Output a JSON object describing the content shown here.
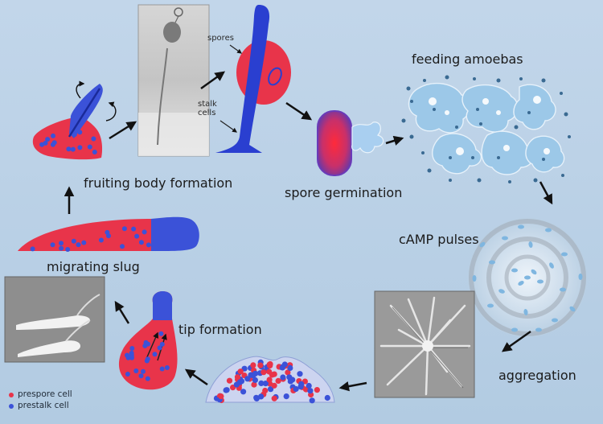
{
  "stages": {
    "feeding": "feeding amoebas",
    "camp": "cAMP pulses",
    "aggregation": "aggregation",
    "tip": "tip formation",
    "slug": "migrating slug",
    "fruiting": "fruiting body formation",
    "germination": "spore germination"
  },
  "annotations": {
    "spores": "spores",
    "stalk_line1": "stalk",
    "stalk_line2": "cells"
  },
  "legend": {
    "prespore": "prespore cell",
    "prestalk": "prestalk cell"
  },
  "colors": {
    "prespore": "#e8344a",
    "prestalk": "#3b52d8",
    "background": "#b9cfe3",
    "amoeba": "#8fc3e4"
  }
}
